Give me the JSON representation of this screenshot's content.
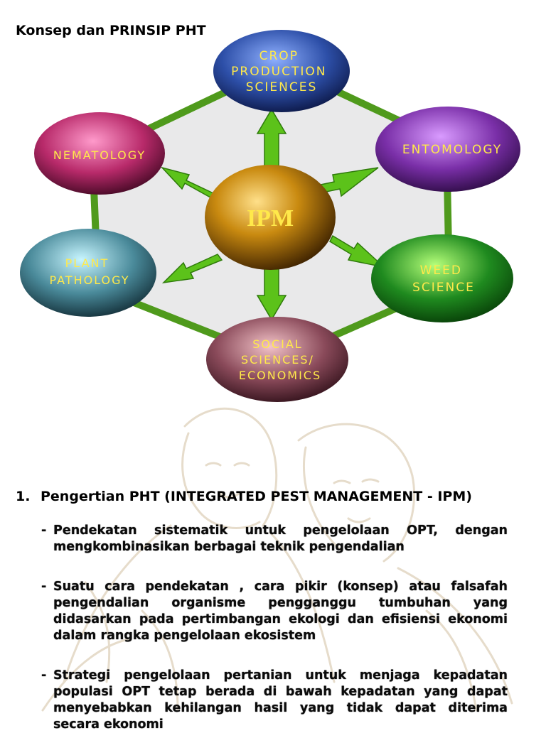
{
  "page": {
    "title": "Konsep dan PRINSIP PHT"
  },
  "diagram": {
    "center": {
      "label": "IPM",
      "color": "#b8700a"
    },
    "nodes": [
      {
        "lines": [
          "CROP",
          "PRODUCTION",
          "SCIENCES"
        ],
        "color": "#2d4fa8"
      },
      {
        "lines": [
          "ENTOMOLOGY"
        ],
        "color": "#7a2fa8"
      },
      {
        "lines": [
          "WEED",
          "SCIENCE"
        ],
        "color": "#1f8a1f"
      },
      {
        "lines": [
          "SOCIAL",
          "SCIENCES/",
          "ECONOMICS"
        ],
        "color": "#8a4a5a"
      },
      {
        "lines": [
          "PLANT",
          "PATHOLOGY"
        ],
        "color": "#4a8a9a"
      },
      {
        "lines": [
          "NEMATOLOGY"
        ],
        "color": "#b82a6a"
      }
    ],
    "label_color": "#ffe94a",
    "arrow_color": "#5cc21a",
    "hexagon_color": "#4f9a1c"
  },
  "section": {
    "number": "1.",
    "heading": "Pengertian PHT (INTEGRATED PEST MANAGEMENT - IPM)",
    "bullets": [
      "Pendekatan sistematik  untuk pengelolaan OPT, dengan mengkombinasikan berbagai teknik pengendalian",
      "Suatu cara pendekatan , cara pikir (konsep) atau falsafah pengendalian organisme pengganggu tumbuhan yang didasarkan pada pertimbangan ekologi dan efisiensi ekonomi dalam rangka pengelolaan ekosistem",
      "Strategi pengelolaan pertanian untuk menjaga kepadatan populasi OPT tetap berada di bawah kepadatan yang dapat menyebabkan kehilangan hasil yang tidak dapat diterima secara ekonomi"
    ],
    "bullet_marker": "-"
  }
}
